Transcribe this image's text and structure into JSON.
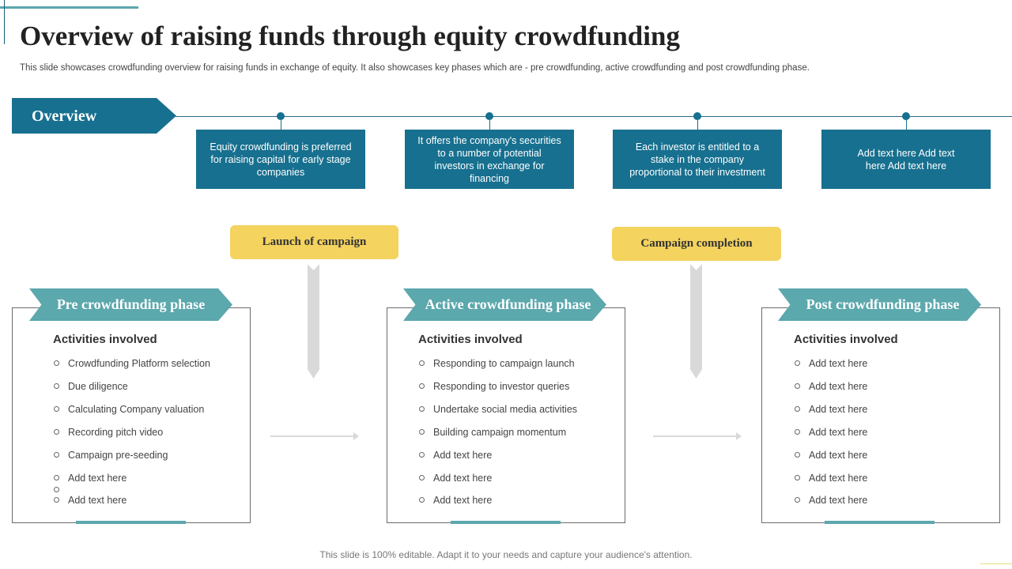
{
  "title": "Overview of raising funds through equity crowdfunding",
  "subtitle": "This slide showcases crowdfunding overview for raising funds in exchange of equity. It also showcases key phases which are - pre crowdfunding, active crowdfunding and post crowdfunding phase.",
  "overview": {
    "label": "Overview",
    "boxes": [
      "Equity crowdfunding is preferred for raising capital for early stage companies",
      "It offers the company's securities to a number of potential investors in exchange for financing",
      "Each investor is entitled to a stake in the company proportional to their investment",
      "Add text here Add text here Add text here"
    ]
  },
  "milestones": [
    "Launch of campaign",
    "Campaign completion"
  ],
  "phases": [
    {
      "title": "Pre crowdfunding phase",
      "heading": "Activities involved",
      "items": [
        "Crowdfunding Platform selection",
        "Due diligence",
        "Calculating Company valuation",
        "Recording pitch video",
        "Campaign pre-seeding",
        "Add text here",
        "Add text here"
      ]
    },
    {
      "title": "Active crowdfunding phase",
      "heading": "Activities involved",
      "items": [
        "Responding to campaign launch",
        "Responding to investor queries",
        "Undertake social media activities",
        "Building campaign momentum",
        "Add text here",
        "Add text here",
        "Add text here"
      ]
    },
    {
      "title": "Post crowdfunding phase",
      "heading": "Activities involved",
      "items": [
        "Add text here",
        "Add text here",
        "Add text here",
        "Add text here",
        "Add text here",
        "Add text here",
        "Add text here"
      ]
    }
  ],
  "footer": "This slide is 100% editable. Adapt it to your needs and capture your audience's attention.",
  "colors": {
    "primary": "#17708f",
    "teal": "#5ba8ad",
    "yellow": "#f4d35e",
    "arrow_gray": "#d9d9d9"
  }
}
